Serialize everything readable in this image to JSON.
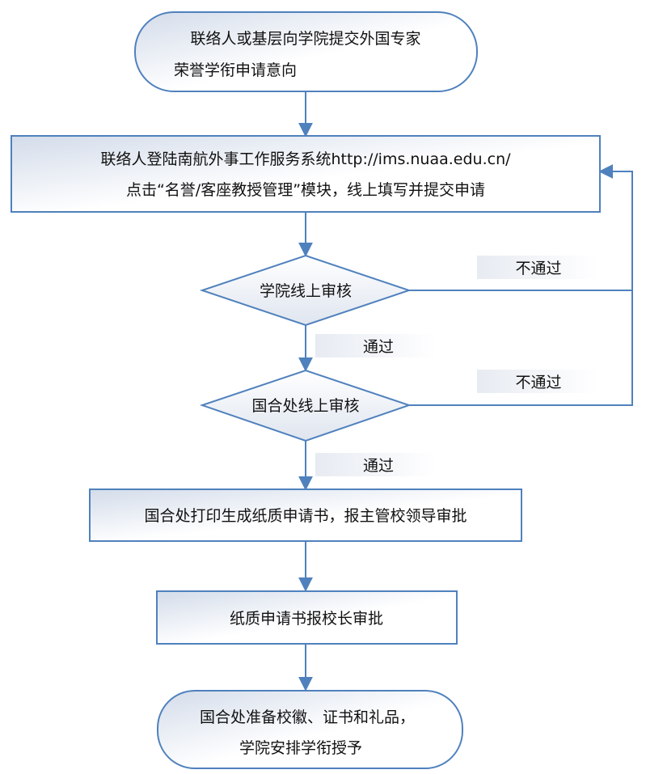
{
  "colors": {
    "stroke": "#4f81bd",
    "fill_light": "#ffffff",
    "fill_dark": "#d3dcea",
    "label_bg": "#eef1f6",
    "text": "#111111"
  },
  "nodes": {
    "start": {
      "line1": "联络人或基层向学院提交外国专家",
      "line2": "荣誉学衔申请意向"
    },
    "login": {
      "line1": "联络人登陆南航外事工作服务系统http://ims.nuaa.edu.cn/",
      "line2": "点击“名誉/客座教授管理”模块，线上填写并提交申请"
    },
    "college_review": {
      "label": "学院线上审核"
    },
    "intl_review": {
      "label": "国合处线上审核"
    },
    "print": {
      "label": "国合处打印生成纸质申请书，报主管校领导审批"
    },
    "president": {
      "label": "纸质申请书报校长审批"
    },
    "end": {
      "line1": "国合处准备校徽、证书和礼品，",
      "line2": "学院安排学衔授予"
    }
  },
  "edges": {
    "fail_label": "不通过",
    "pass_label": "通过"
  }
}
